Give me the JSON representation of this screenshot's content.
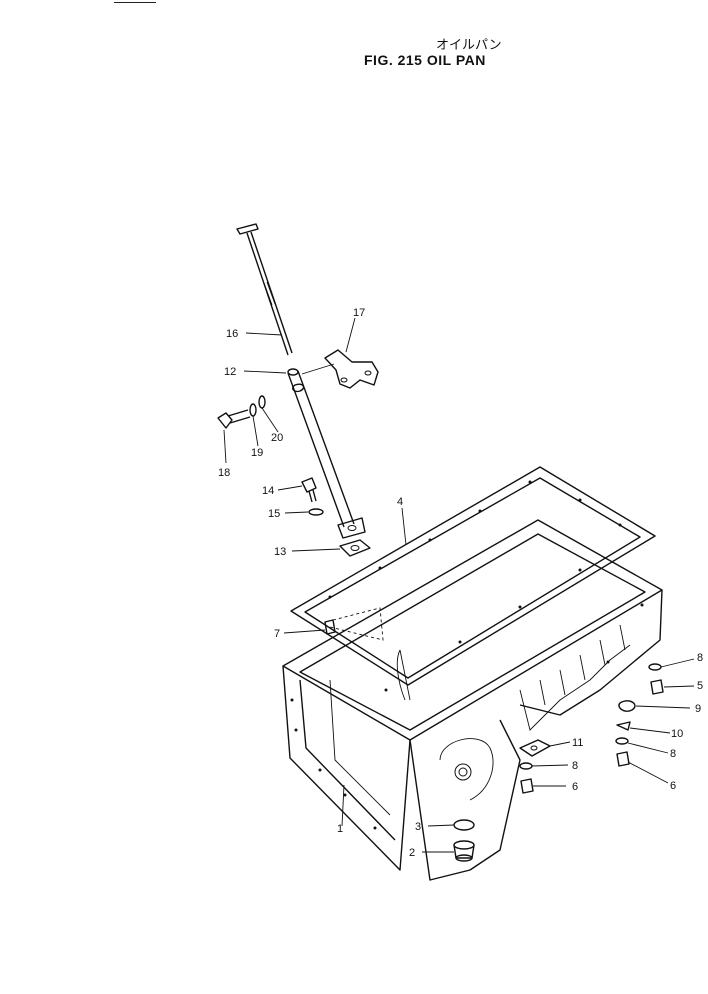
{
  "header": {
    "title_jp": "オイルパン",
    "title": "FIG. 215 OIL PAN"
  },
  "callouts": [
    {
      "id": "c16",
      "label": "16",
      "part": "dipstick"
    },
    {
      "id": "c17",
      "label": "17",
      "part": "bracket"
    },
    {
      "id": "c12",
      "label": "12",
      "part": "dipstick-guide-tube"
    },
    {
      "id": "c20",
      "label": "20",
      "part": "washer"
    },
    {
      "id": "c19",
      "label": "19",
      "part": "lock-washer"
    },
    {
      "id": "c18",
      "label": "18",
      "part": "bolt"
    },
    {
      "id": "c14",
      "label": "14",
      "part": "bolt"
    },
    {
      "id": "c15",
      "label": "15",
      "part": "washer"
    },
    {
      "id": "c13",
      "label": "13",
      "part": "gasket"
    },
    {
      "id": "c4",
      "label": "4",
      "part": "oil-pan-gasket"
    },
    {
      "id": "c7",
      "label": "7",
      "part": "bolt"
    },
    {
      "id": "c8a",
      "label": "8",
      "part": "washer"
    },
    {
      "id": "c5a",
      "label": "5",
      "part": "bolt"
    },
    {
      "id": "c9",
      "label": "9",
      "part": "clip"
    },
    {
      "id": "c10",
      "label": "10",
      "part": "lock-plate"
    },
    {
      "id": "c8b",
      "label": "8",
      "part": "washer"
    },
    {
      "id": "c6a",
      "label": "6",
      "part": "bolt"
    },
    {
      "id": "c11",
      "label": "11",
      "part": "clamp"
    },
    {
      "id": "c8c",
      "label": "8",
      "part": "washer"
    },
    {
      "id": "c6b",
      "label": "6",
      "part": "bolt"
    },
    {
      "id": "c1",
      "label": "1",
      "part": "oil-pan"
    },
    {
      "id": "c3",
      "label": "3",
      "part": "o-ring"
    },
    {
      "id": "c2",
      "label": "2",
      "part": "drain-plug"
    }
  ]
}
